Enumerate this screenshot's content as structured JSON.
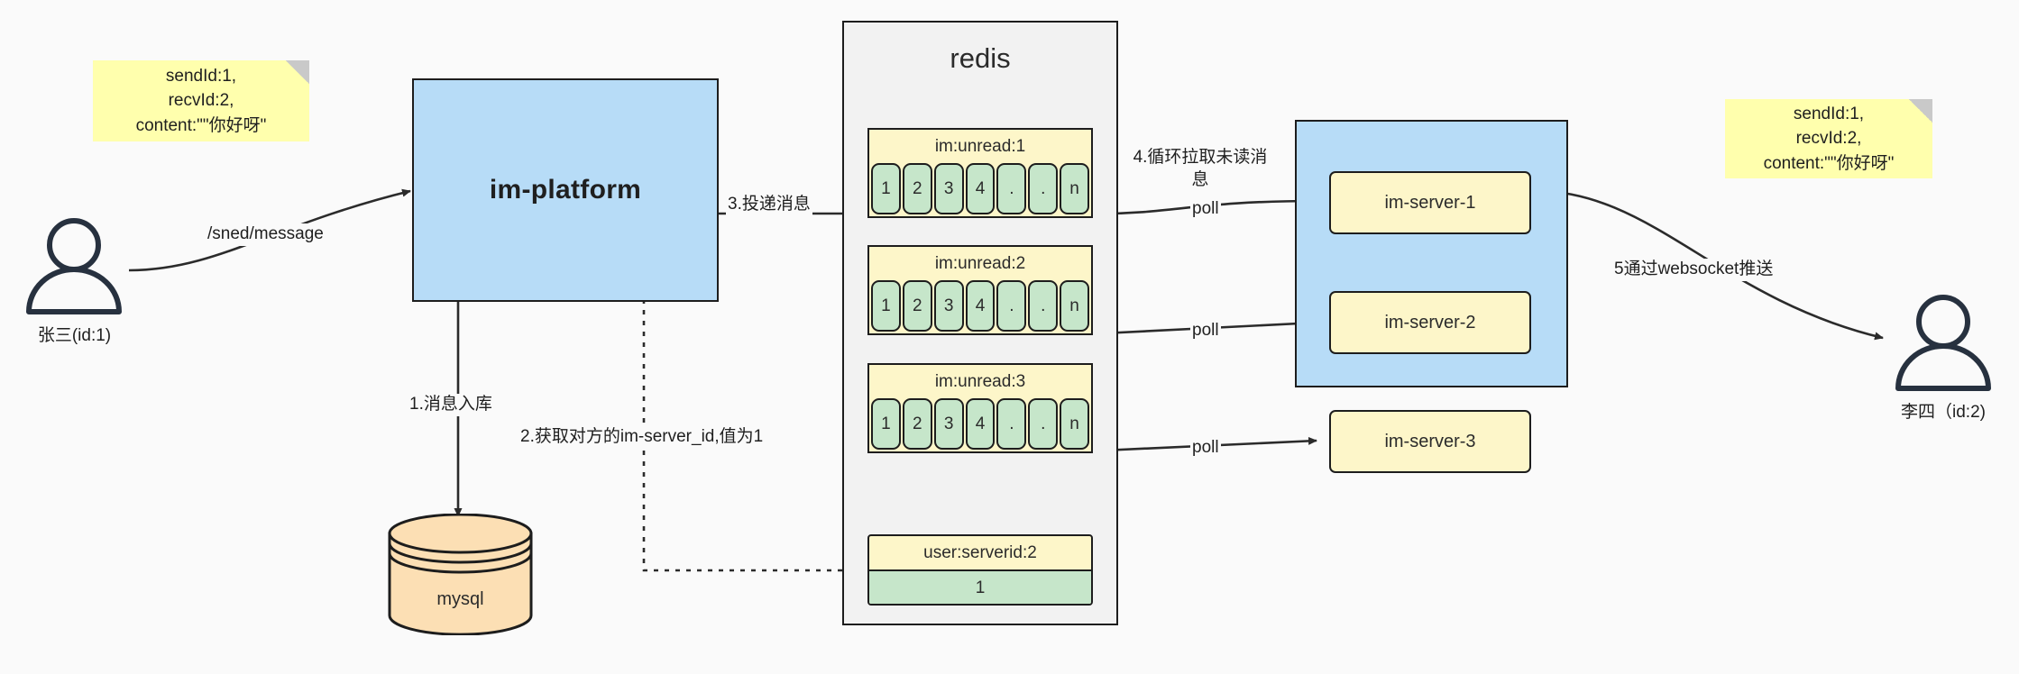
{
  "diagram": {
    "title": "IM message delivery architecture",
    "colors": {
      "background": "#fafafa",
      "note_yellow": "#ffffad",
      "box_blue": "#b7dcf7",
      "panel_grey": "#f2f2f2",
      "queue_yellow": "#fdf6c9",
      "cell_green": "#c6e6ca",
      "db_orange": "#fcdfb4",
      "stroke": "#1d1d1d"
    }
  },
  "actors": {
    "sender": {
      "label": "张三(id:1)",
      "icon": "user-icon"
    },
    "receiver": {
      "label": "李四（id:2)",
      "icon": "user-icon"
    }
  },
  "notes": {
    "request": {
      "text": "sendId:1,\nrecvId:2,\ncontent:\"\"你好呀\""
    },
    "push": {
      "text": "sendId:1,\nrecvId:2,\ncontent:\"\"你好呀\""
    }
  },
  "platform": {
    "label": "im-platform"
  },
  "database": {
    "label": "mysql",
    "icon": "database-cylinder-icon"
  },
  "redis": {
    "title": "redis",
    "queues": [
      {
        "key": "im:unread:1",
        "cells": [
          "1",
          "2",
          "3",
          "4",
          ".",
          ".",
          "n"
        ]
      },
      {
        "key": "im:unread:2",
        "cells": [
          "1",
          "2",
          "3",
          "4",
          ".",
          ".",
          "n"
        ]
      },
      {
        "key": "im:unread:3",
        "cells": [
          "1",
          "2",
          "3",
          "4",
          ".",
          ".",
          "n"
        ]
      }
    ],
    "kv": {
      "key": "user:serverid:2",
      "value": "1"
    }
  },
  "server_cluster": {
    "nodes": [
      {
        "label": "im-server-1"
      },
      {
        "label": "im-server-2"
      },
      {
        "label": "im-server-3"
      }
    ]
  },
  "edges": {
    "send_message": "/sned/message",
    "step1_persist": "1.消息入库",
    "step2_lookup": "2.获取对方的im-server_id,值为1",
    "step3_deliver": "3.投递消息",
    "step4_poll": "4.循环拉取未读消\n息",
    "poll_1": "poll",
    "poll_2": "poll",
    "poll_3": "poll",
    "step5_push": "5通过websocket推送"
  }
}
